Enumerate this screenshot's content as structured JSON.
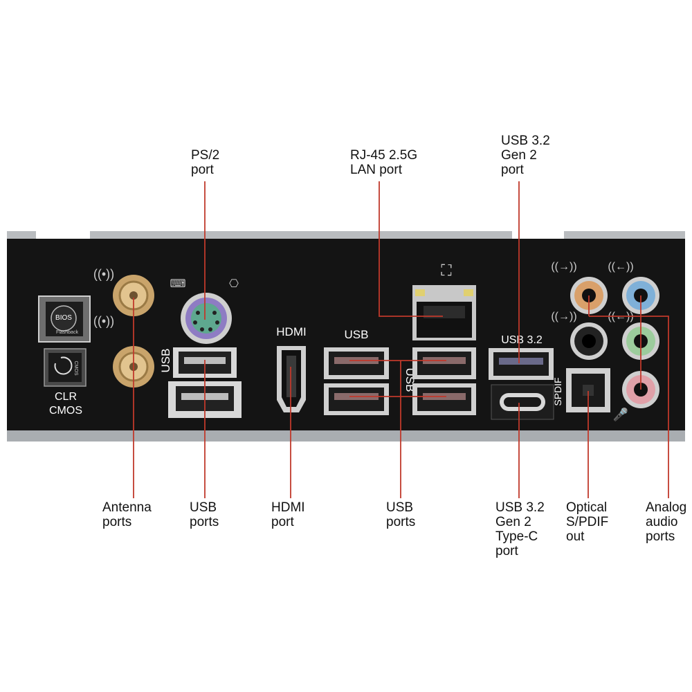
{
  "callouts": {
    "ps2": "PS/2\nport",
    "rj45": "RJ-45 2.5G\nLAN port",
    "usb32_top": "USB 3.2\nGen 2\nport",
    "antenna": "Antenna\nports",
    "usb_left": "USB\nports",
    "hdmi": "HDMI\nport",
    "usb_mid": "USB\nports",
    "usb_typec": "USB 3.2\nGen 2\nType-C\nport",
    "spdif": "Optical\nS/PDIF\nout",
    "audio": "Analog\naudio\nports"
  },
  "panel": {
    "bios_top": "BIOS",
    "bios_bottom": "Flashback",
    "cmos_label": "CMOS",
    "clr_label": "CLR\nCMOS",
    "usb_left_label": "USB",
    "hdmi_label": "HDMI",
    "usb_top_label": "USB",
    "usb_side_label": "USB",
    "usb32_label": "USB 3.2",
    "spdif_label": "SPDIF"
  },
  "colors": {
    "panel": "#141414",
    "leader": "#c0392b",
    "ps2": "#8e7cc3",
    "audio_orange": "#d9a06a",
    "audio_blue": "#7fb0d8",
    "audio_green": "#9ccc9c",
    "audio_pink": "#e0a0a8"
  }
}
